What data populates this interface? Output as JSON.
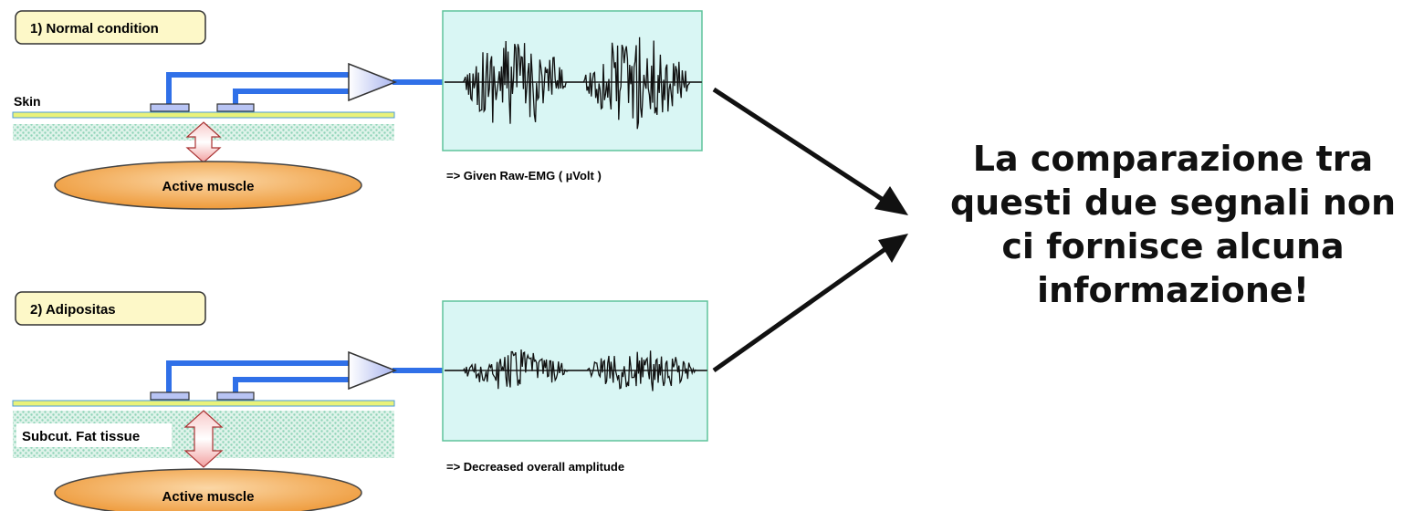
{
  "panel1": {
    "title": "1) Normal condition",
    "skin_label": "Skin",
    "muscle_label": "Active muscle",
    "caption": "=> Given Raw-EMG ( µVolt )",
    "signal_amplitude": 1.0
  },
  "panel2": {
    "title": "2) Adipositas",
    "fat_label": "Subcut. Fat tissue",
    "muscle_label": "Active muscle",
    "caption": "=> Decreased overall amplitude",
    "signal_amplitude": 0.45
  },
  "conclusion": {
    "lines": [
      "La comparazione tra",
      "questi due segnali non",
      "ci fornisce alcuna",
      "informazione!"
    ]
  },
  "colors": {
    "label_box": "#fdf8c8",
    "skin_line": "#e9f27a",
    "fat_pattern": "#a9e0cc",
    "muscle_fill": "#f1a64a",
    "wire": "#3070e8",
    "electrode": "#b8c4f4",
    "amplifier": "#c9d0f6",
    "signal_bg": "#d9f6f4",
    "signal_border": "#5fc49b",
    "arrow_double": "#f3a3a3"
  }
}
